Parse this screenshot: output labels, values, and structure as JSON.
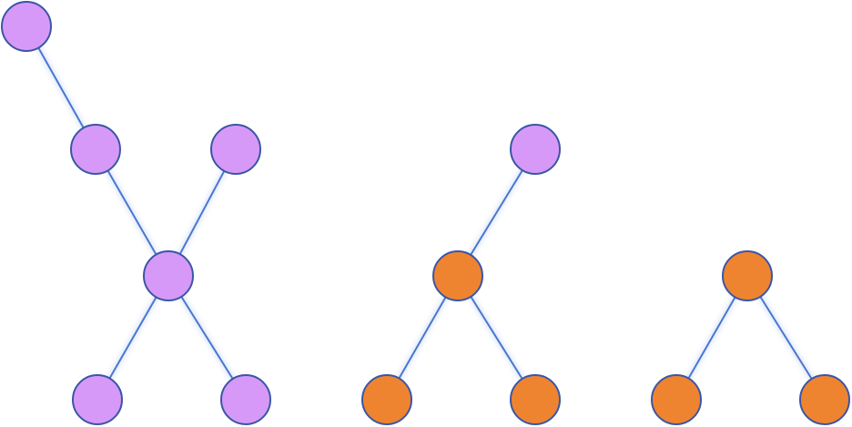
{
  "colors": {
    "purple_node": "#d799f7",
    "orange_node": "#ef8430",
    "node_border": "#3b56a6",
    "edge": "#4a78cf"
  },
  "diagram": {
    "title": "",
    "graphs": [
      {
        "name": "graph-1",
        "nodes": [
          {
            "id": "a",
            "color": "purple"
          },
          {
            "id": "b",
            "color": "purple"
          },
          {
            "id": "c",
            "color": "purple"
          },
          {
            "id": "d",
            "color": "purple"
          },
          {
            "id": "e",
            "color": "purple"
          },
          {
            "id": "f",
            "color": "purple"
          }
        ],
        "edges": [
          [
            "a",
            "b"
          ],
          [
            "b",
            "d"
          ],
          [
            "c",
            "d"
          ],
          [
            "d",
            "e"
          ],
          [
            "d",
            "f"
          ]
        ]
      },
      {
        "name": "graph-2",
        "nodes": [
          {
            "id": "g",
            "color": "purple"
          },
          {
            "id": "h",
            "color": "orange"
          },
          {
            "id": "i",
            "color": "orange"
          },
          {
            "id": "j",
            "color": "orange"
          }
        ],
        "edges": [
          [
            "g",
            "h"
          ],
          [
            "h",
            "i"
          ],
          [
            "h",
            "j"
          ]
        ]
      },
      {
        "name": "graph-3",
        "nodes": [
          {
            "id": "k",
            "color": "orange"
          },
          {
            "id": "l",
            "color": "orange"
          },
          {
            "id": "m",
            "color": "orange"
          }
        ],
        "edges": [
          [
            "k",
            "l"
          ],
          [
            "k",
            "m"
          ]
        ]
      }
    ]
  }
}
